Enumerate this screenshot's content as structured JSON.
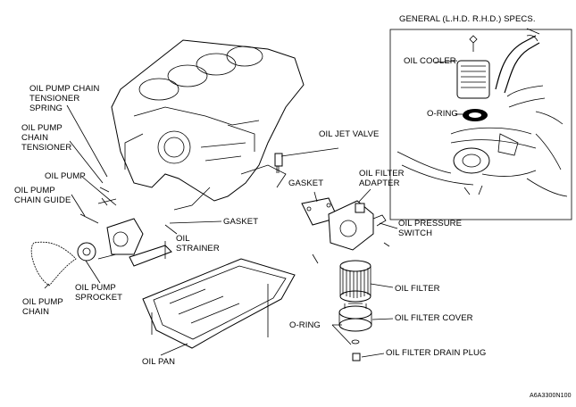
{
  "labels": {
    "general_specs": "GENERAL (L.H.D. R.H.D.) SPECS.",
    "oil_cooler": "OIL COOLER",
    "o_ring_inset": "O-RING",
    "oil_jet_valve": "OIL JET VALVE",
    "gasket_top": "GASKET",
    "oil_filter_adapter": "OIL FILTER\nADAPTER",
    "oil_pressure_switch": "OIL PRESSURE\nSWITCH",
    "oil_filter": "OIL FILTER",
    "o_ring_main": "O-RING",
    "oil_filter_cover": "OIL FILTER COVER",
    "oil_filter_drain_plug": "OIL FILTER DRAIN PLUG",
    "oil_pump_chain_tensioner_spring": "OIL PUMP CHAIN\nTENSIONER\nSPRING",
    "oil_pump_chain_tensioner": "OIL PUMP\nCHAIN\nTENSIONER",
    "oil_pump": "OIL PUMP",
    "oil_pump_chain_guide": "OIL PUMP\nCHAIN GUIDE",
    "gasket_middle": "GASKET",
    "oil_strainer": "OIL\nSTRAINER",
    "oil_pump_chain": "OIL PUMP\nCHAIN",
    "oil_pump_sprocket": "OIL PUMP\nSPROCKET",
    "oil_pan": "OIL PAN",
    "figure_code": "A6A3300N100"
  }
}
